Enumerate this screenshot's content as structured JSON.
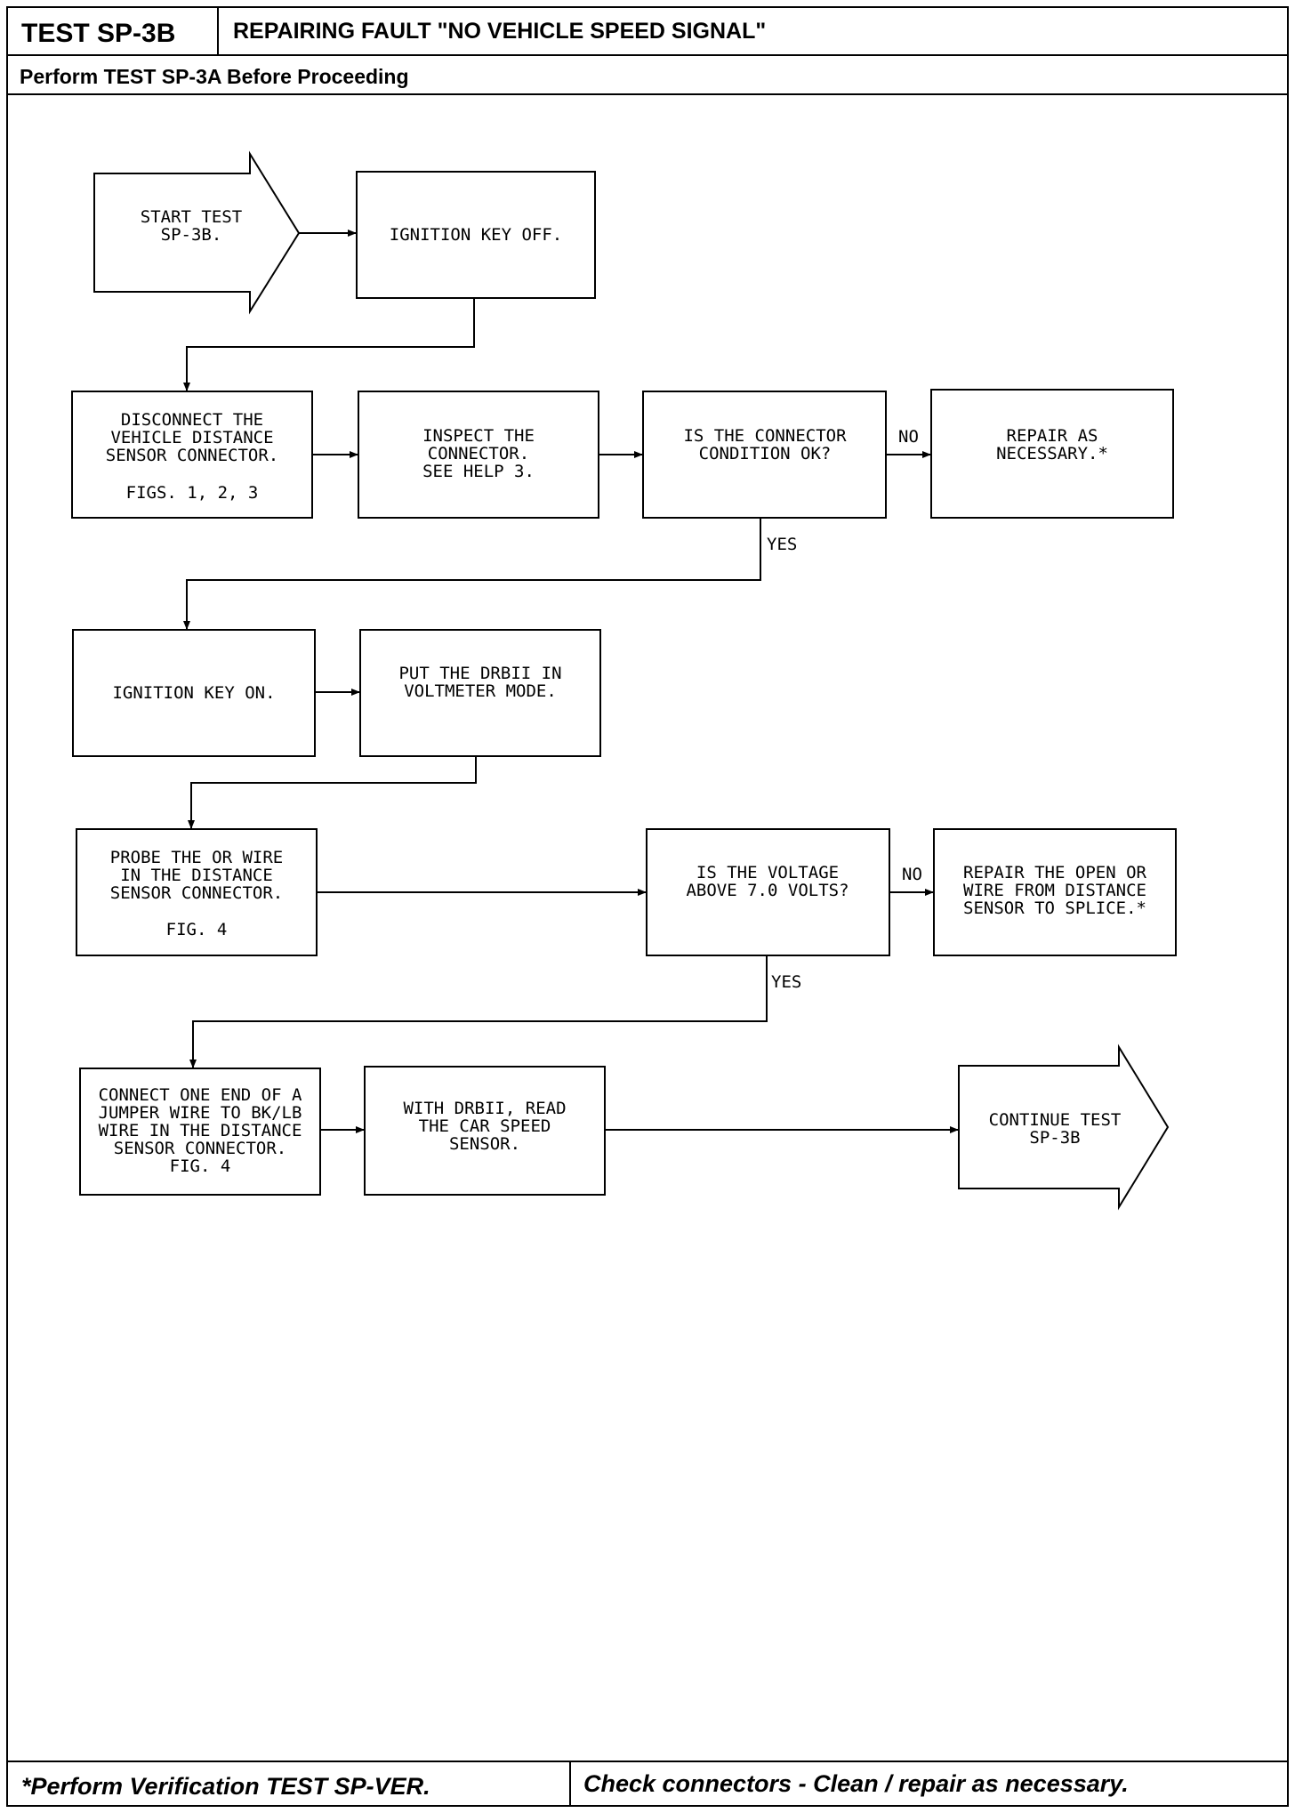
{
  "header": {
    "test_id": "TEST SP-3B",
    "title": "REPAIRING FAULT \"NO VEHICLE SPEED SIGNAL\"",
    "prerequisite": "Perform TEST SP-3A Before Proceeding"
  },
  "flow": {
    "start": "START TEST\nSP-3B.",
    "key_off": "IGNITION KEY OFF.",
    "disconnect": "DISCONNECT THE\nVEHICLE DISTANCE\nSENSOR CONNECTOR.",
    "disconnect_fig": "FIGS. 1, 2, 3",
    "inspect": "INSPECT THE\nCONNECTOR.\nSEE HELP 3.",
    "q_connector": "IS THE CONNECTOR\nCONDITION OK?",
    "repair1": "REPAIR AS\nNECESSARY.*",
    "key_on": "IGNITION KEY ON.",
    "voltmeter": "PUT THE DRBII IN\nVOLTMETER MODE.",
    "probe": "PROBE THE OR WIRE\nIN THE DISTANCE\nSENSOR CONNECTOR.",
    "probe_fig": "FIG. 4",
    "q_voltage": "IS THE VOLTAGE\nABOVE 7.0 VOLTS?",
    "repair2": "REPAIR THE OPEN OR\nWIRE FROM DISTANCE\nSENSOR TO SPLICE.*",
    "jumper": "CONNECT ONE END OF A\nJUMPER WIRE TO BK/LB\nWIRE IN THE DISTANCE\nSENSOR CONNECTOR.\nFIG. 4",
    "read": "WITH DRBII, READ\nTHE CAR SPEED\nSENSOR.",
    "continue": "CONTINUE TEST\nSP-3B"
  },
  "labels": {
    "no1": "NO",
    "yes1": "YES",
    "no2": "NO",
    "yes2": "YES"
  },
  "footer": {
    "left": "*Perform Verification TEST SP-VER.",
    "right": "Check connectors - Clean / repair as necessary."
  }
}
